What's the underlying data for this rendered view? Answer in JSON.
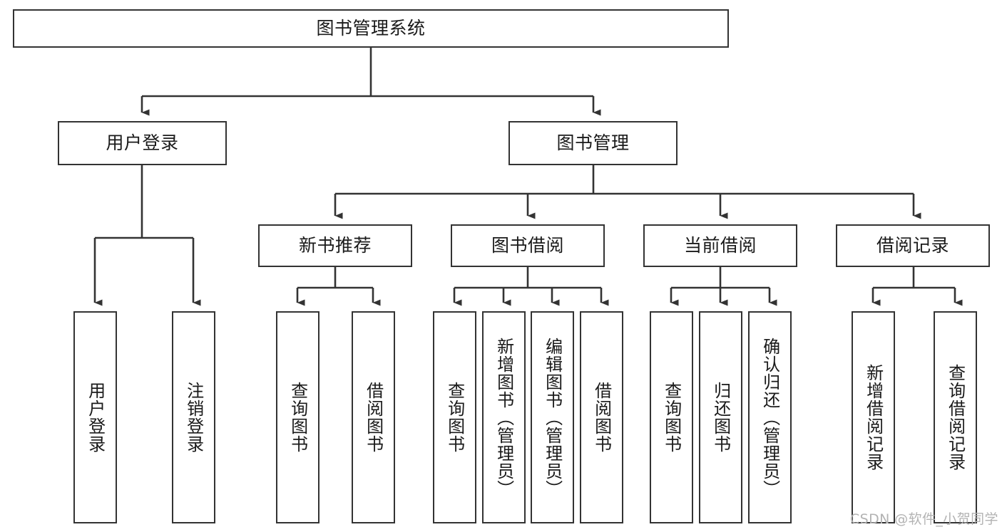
{
  "diagram": {
    "type": "tree",
    "title": "图书管理系统",
    "orientation": "top-down",
    "colors": {
      "box_border": "#333333",
      "box_fill": "#ffffff",
      "connector": "#333333",
      "text": "#1a1a1a",
      "watermark": "#b3b3b3",
      "background": "#ffffff"
    },
    "root": {
      "label": "图书管理系统"
    },
    "level2": [
      {
        "label": "用户登录"
      },
      {
        "label": "图书管理"
      }
    ],
    "level3": [
      {
        "label": "新书推荐"
      },
      {
        "label": "图书借阅"
      },
      {
        "label": "当前借阅"
      },
      {
        "label": "借阅记录"
      }
    ],
    "leaves": {
      "user_login": [
        {
          "label": "用户登录"
        },
        {
          "label": "注销登录"
        }
      ],
      "new_book_recommend": [
        {
          "label": "查询图书"
        },
        {
          "label": "借阅图书"
        }
      ],
      "book_borrow": [
        {
          "label": "查询图书"
        },
        {
          "label": "新增图书（管理员）"
        },
        {
          "label": "编辑图书（管理员）"
        },
        {
          "label": "借阅图书"
        }
      ],
      "current_borrow": [
        {
          "label": "查询图书"
        },
        {
          "label": "归还图书"
        },
        {
          "label": "确认归还（管理员）"
        }
      ],
      "borrow_record": [
        {
          "label": "新增借阅记录"
        },
        {
          "label": "查询借阅记录"
        }
      ]
    }
  },
  "watermark": {
    "text": "CSDN @软件_小贺同学"
  }
}
